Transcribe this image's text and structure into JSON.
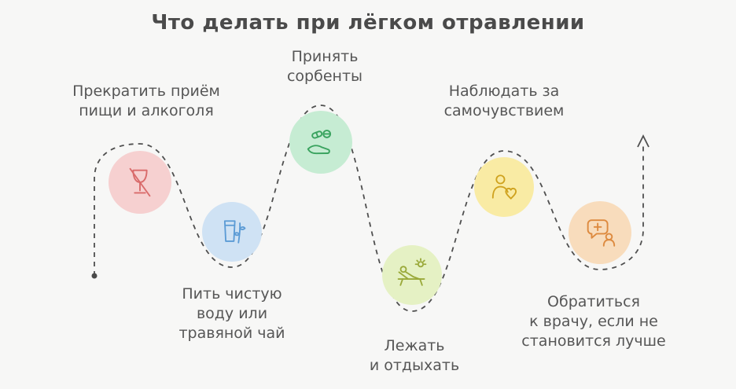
{
  "title": "Что делать при лёгком отравлении",
  "background_color": "#f7f7f6",
  "path": {
    "style": "dashed",
    "color": "#4f4f4f",
    "start": "dot-bottom-left",
    "end": "arrow-up-top-right"
  },
  "steps": [
    {
      "label": "Прекратить приём\nпищи и алкоголя",
      "icon": "no-alcohol-icon",
      "circle_color": "#f6d0d0",
      "accent": "#d96b6b",
      "label_position": "above"
    },
    {
      "label": "Пить чистую\nводу или\nтравяной чай",
      "icon": "water-glass-icon",
      "circle_color": "#cfe2f4",
      "accent": "#5b9bd5",
      "label_position": "below"
    },
    {
      "label": "Принять\nсорбенты",
      "icon": "sorbents-hand-pills-icon",
      "circle_color": "#c6ecd3",
      "accent": "#3aa35f",
      "label_position": "above"
    },
    {
      "label": "Лежать\nи отдыхать",
      "icon": "rest-lounge-sun-icon",
      "circle_color": "#e5f1c4",
      "accent": "#9aa93a",
      "label_position": "below"
    },
    {
      "label": "Наблюдать за\nсамочувствием",
      "icon": "observe-wellbeing-heart-icon",
      "circle_color": "#f9eba4",
      "accent": "#cfa21e",
      "label_position": "above"
    },
    {
      "label": "Обратиться\nк врачу, если не\nстановится лучше",
      "icon": "doctor-chat-icon",
      "circle_color": "#f8dcbc",
      "accent": "#dd8a3f",
      "label_position": "below"
    }
  ]
}
